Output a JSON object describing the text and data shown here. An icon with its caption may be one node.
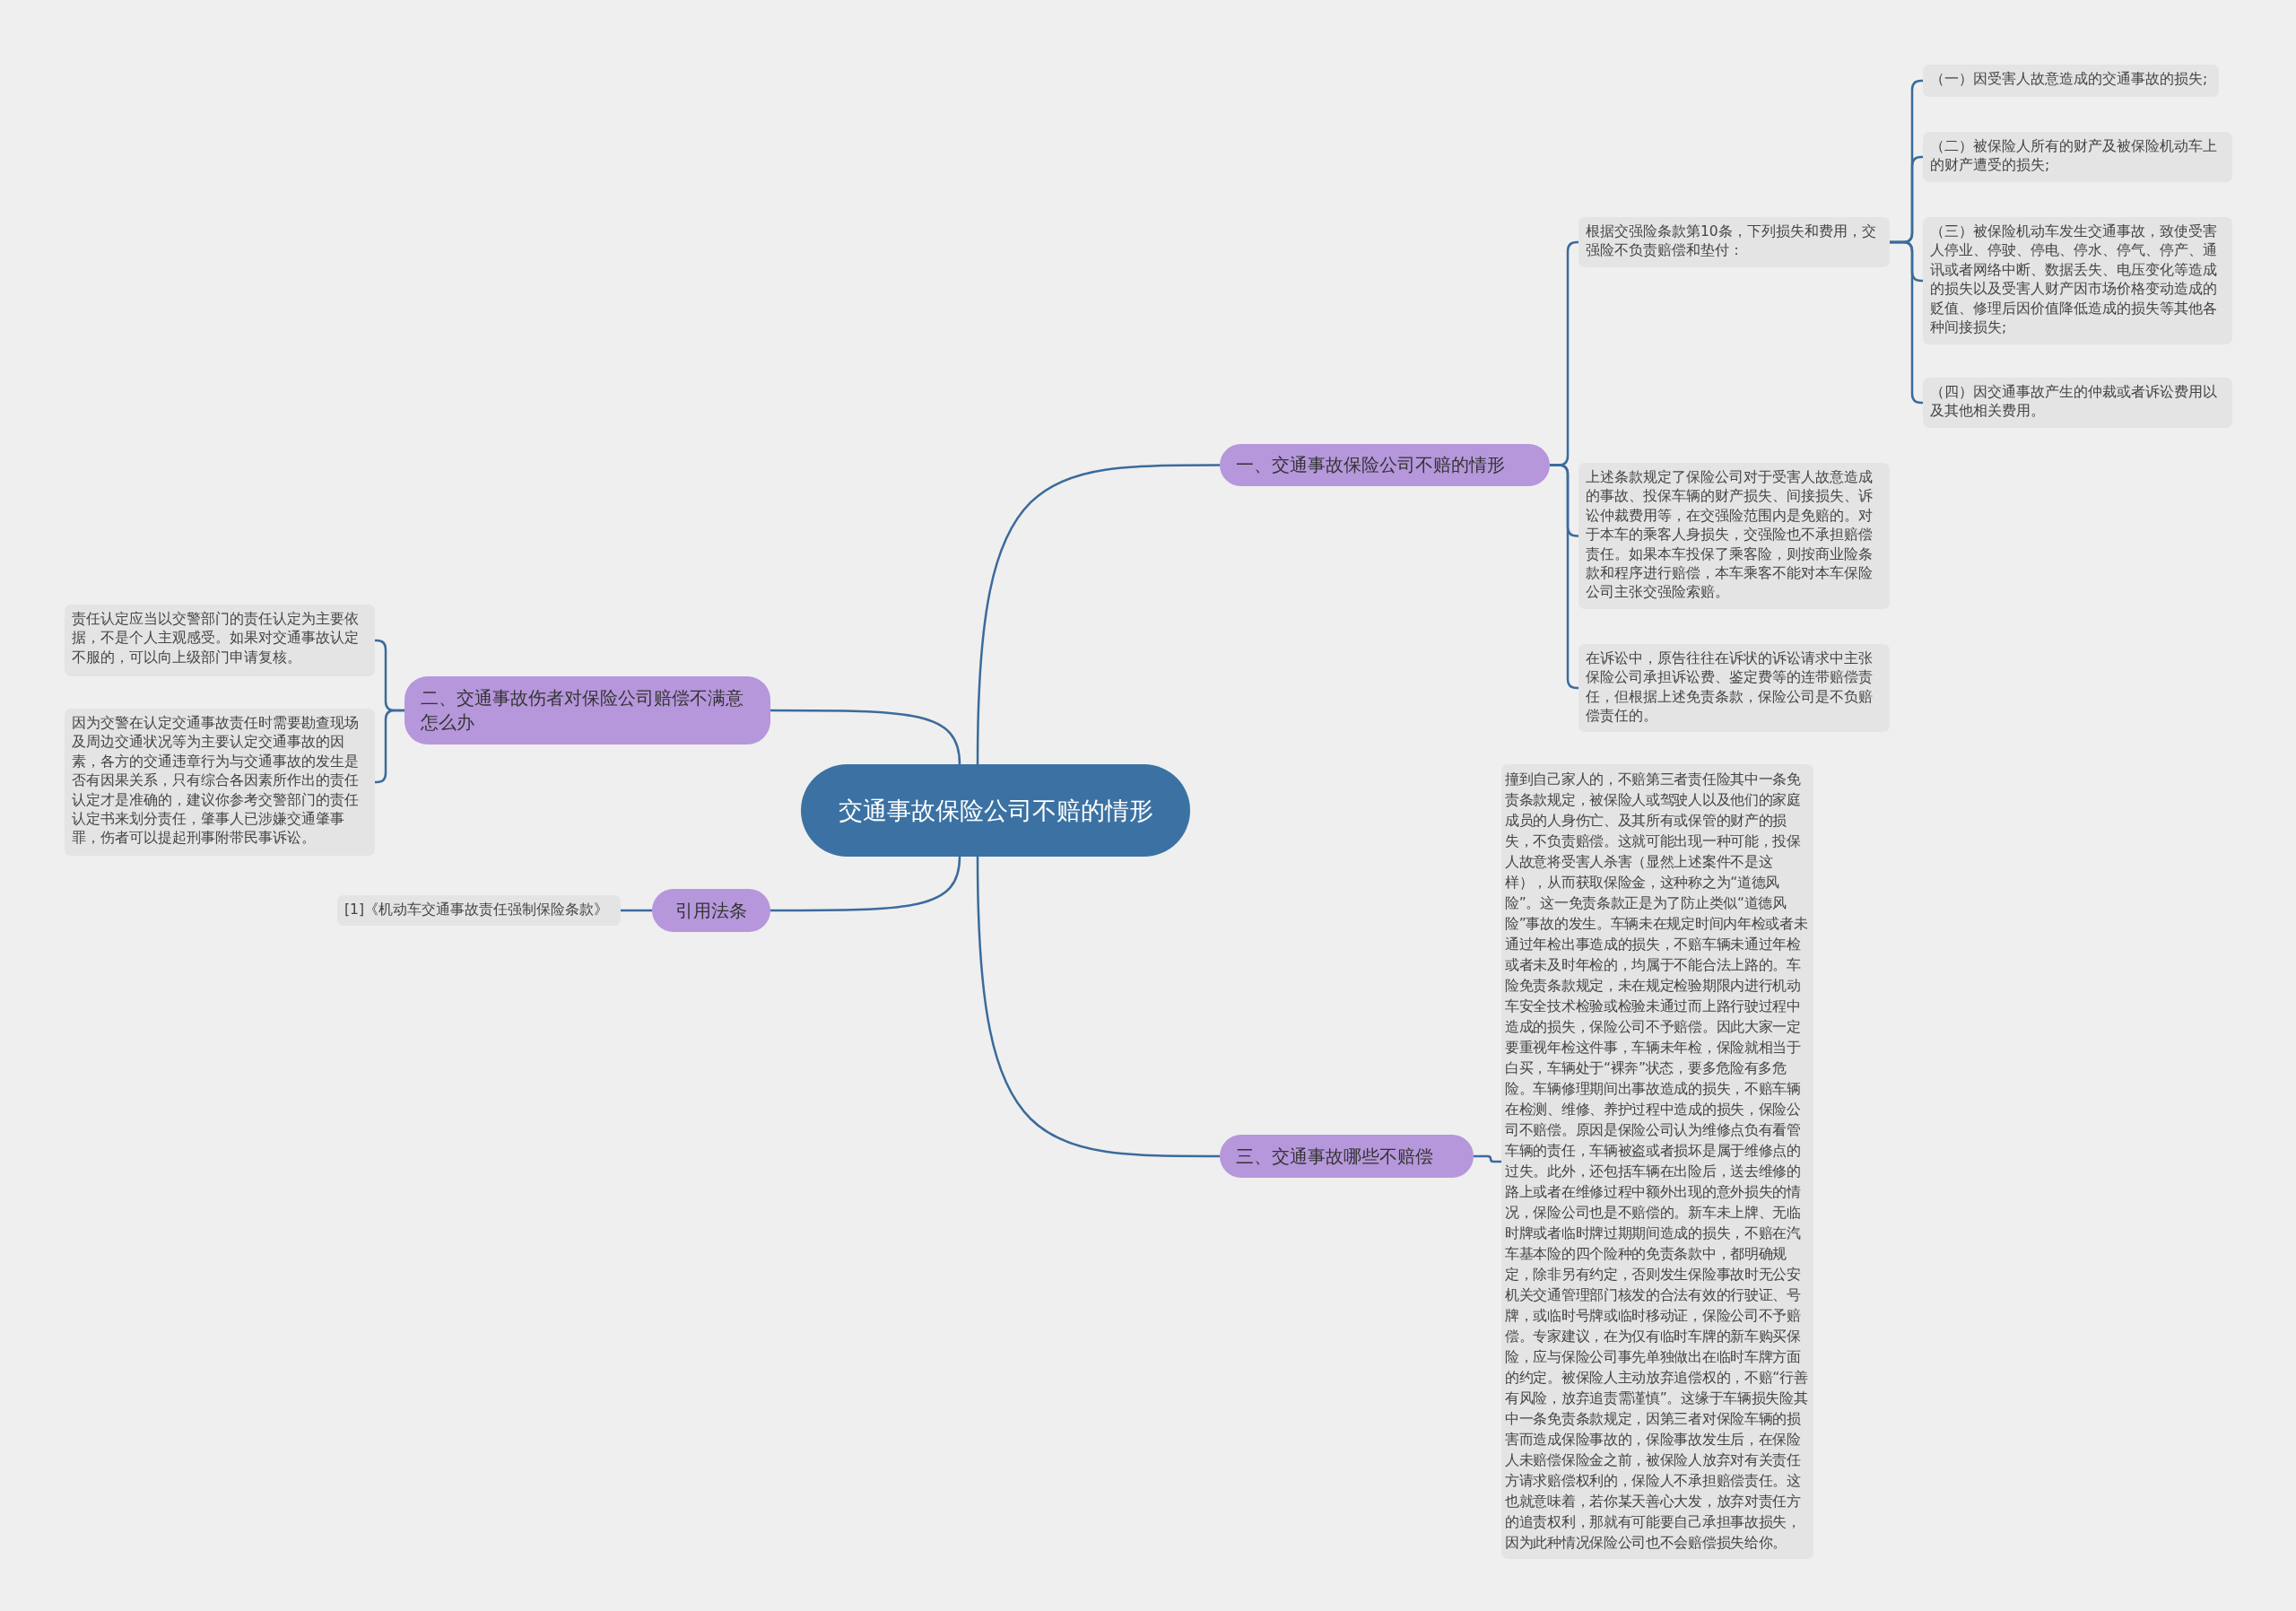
{
  "diagram": {
    "nodes": [
      {
        "text": [
          "交通事故保险公司不赔的情形"
        ]
      },
      {
        "text": [
          "一、交通事故保险公司不赔的情形"
        ]
      },
      {
        "text": [
          "根据交强险条款第10条，下列损失和费用，交强险不负责赔偿和垫付："
        ]
      },
      {
        "text": [
          "（一）因受害人故意造成的交通事故的损失;"
        ]
      },
      {
        "text": [
          "（二）被保险人所有的财产及被保险机动车上的财产遭受的损失;"
        ]
      },
      {
        "text": [
          "（三）被保险机动车发生交通事故，致使受害人停业、停驶、停电、停水、停气、停产、通讯或者网络中断、数据丢失、电压变化等造成的损失以及受害人财产因市场价格变动造成的贬值、修理后因价值降低造成的损失等其他各种间接损失;"
        ]
      },
      {
        "text": [
          "（四）因交通事故产生的仲裁或者诉讼费用以及其他相关费用。"
        ]
      },
      {
        "text": [
          "上述条款规定了保险公司对于受害人故意造成的事故、投保车辆的财产损失、间接损失、诉讼仲裁费用等，在交强险范围内是免赔的。对于本车的乘客人身损失，交强险也不承担赔偿责任。如果本车投保了乘客险，则按商业险条款和程序进行赔偿，本车乘客不能对本车保险公司主张交强险索赔。"
        ]
      },
      {
        "text": [
          "在诉讼中，原告往往在诉状的诉讼请求中主张保险公司承担诉讼费、鉴定费等的连带赔偿责任，但根据上述免责条款，保险公司是不负赔偿责任的。"
        ]
      },
      {
        "text": [
          "二、交通事故伤者对保险公司赔偿不满意怎么办"
        ]
      },
      {
        "text": [
          "责任认定应当以交警部门的责任认定为主要依据，不是个人主观感受。如果对交通事故认定不服的，可以向上级部门申请复核。"
        ]
      },
      {
        "text": [
          "因为交警在认定交通事故责任时需要勘查现场及周边交通状况等为主要认定交通事故的因素，各方的交通违章行为与交通事故的发生是否有因果关系，只有综合各因素所作出的责任认定才是准确的，建议你参考交警部门的责任认定书来划分责任，肇事人已涉嫌交通肇事罪，伤者可以提起刑事附带民事诉讼。"
        ]
      },
      {
        "text": [
          "引用法条"
        ]
      },
      {
        "text": [
          "[1]《机动车交通事故责任强制保险条款》"
        ]
      },
      {
        "text": [
          "三、交通事故哪些不赔偿"
        ]
      },
      {
        "text": [
          "撞到自己家人的，不赔第三者责任险其中一条免责条款规定，被保险人或驾驶人以及他们的家庭成员的人身伤亡、及其所有或保管的财产的损失，不负责赔偿。这就可能出现一种可能，投保人故意将受害人杀害（显然上述案件不是这样），从而获取保险金，这种称之为“道德风险”。这一免责条款正是为了防止类似“道德风险”事故的发生。车辆未在规定时间内年检或者未通过年检出事造成的损失，不赔车辆未通过年检或者未及时年检的，均属于不能合法上路的。车险免责条款规定，未在规定检验期限内进行机动车安全技术检验或检验未通过而上路行驶过程中造成的损失，保险公司不予赔偿。因此大家一定要重视年检这件事，车辆未年检，保险就相当于白买，车辆处于“裸奔”状态，要多危险有多危险。车辆修理期间出事故造成的损失，不赔车辆在检测、维修、养护过程中造成的损失，保险公司不赔偿。原因是保险公司认为维修点负有看管车辆的责任，车辆被盗或者损坏是属于维修点的过失。此外，还包括车辆在出险后，送去维修的路上或者在维修过程中额外出现的意外损失的情况，保险公司也是不赔偿的。新车未上牌、无临时牌或者临时牌过期期间造成的损失，不赔在汽车基本险的四个险种的免责条款中，都明确规定，除非另有约定，否则发生保险事故时无公安机关交通管理部门核发的合法有效的行驶证、号牌，或临时号牌或临时移动证，保险公司不予赔偿。专家建议，在为仅有临时车牌的新车购买保险，应与保险公司事先单独做出在临时车牌方面的约定。被保险人主动放弃追偿权的，不赔“行善有风险，放弃追责需谨慎”。这缘于车辆损失险其中一条免责条款规定，因第三者对保险车辆的损害而造成保险事故的，保险事故发生后，在保险人未赔偿保险金之前，被保险人放弃对有关责任方请求赔偿权利的，保险人不承担赔偿责任。这也就意味着，若你某天善心大发，放弃对责任方的追责权利，那就有可能要自己承担事故损失，因为此种情况保险公司也不会赔偿损失给你。"
        ]
      }
    ],
    "edges": [
      {
        "from": 0,
        "to": 1,
        "arrow": "none"
      },
      {
        "from": 1,
        "to": 2,
        "arrow": "none"
      },
      {
        "from": 2,
        "to": 3,
        "arrow": "none"
      },
      {
        "from": 2,
        "to": 4,
        "arrow": "none"
      },
      {
        "from": 2,
        "to": 5,
        "arrow": "none"
      },
      {
        "from": 2,
        "to": 6,
        "arrow": "none"
      },
      {
        "from": 1,
        "to": 7,
        "arrow": "none"
      },
      {
        "from": 1,
        "to": 8,
        "arrow": "none"
      },
      {
        "from": 0,
        "to": 9,
        "arrow": "none"
      },
      {
        "from": 9,
        "to": 10,
        "arrow": "none"
      },
      {
        "from": 9,
        "to": 11,
        "arrow": "none"
      },
      {
        "from": 0,
        "to": 12,
        "arrow": "none"
      },
      {
        "from": 12,
        "to": 13,
        "arrow": "none"
      },
      {
        "from": 0,
        "to": 14,
        "arrow": "none"
      },
      {
        "from": 14,
        "to": 15,
        "arrow": "none"
      }
    ]
  }
}
